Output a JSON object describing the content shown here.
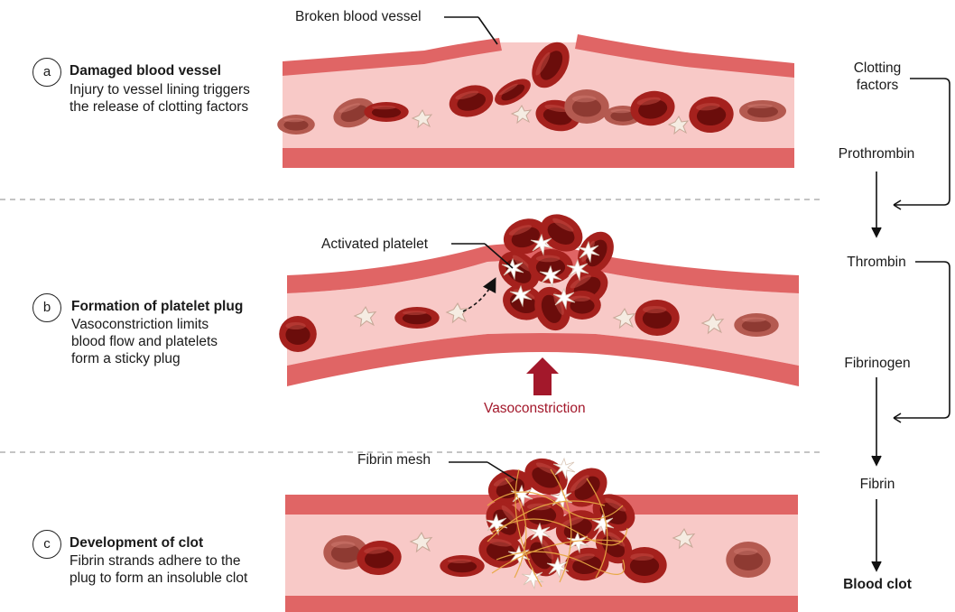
{
  "steps": [
    {
      "letter": "a",
      "title": "Damaged blood vessel",
      "lines": [
        "Injury to vessel lining triggers",
        "the release of clotting factors"
      ]
    },
    {
      "letter": "b",
      "title": "Formation of platelet plug",
      "lines": [
        "Vasoconstriction limits",
        "blood flow and platelets",
        "form a sticky plug"
      ]
    },
    {
      "letter": "c",
      "title": "Development of clot",
      "lines": [
        "Fibrin strands adhere to the",
        "plug to form an insoluble clot"
      ]
    }
  ],
  "callouts": {
    "broken_vessel": "Broken blood vessel",
    "activated_platelet": "Activated platelet",
    "fibrin_mesh": "Fibrin mesh",
    "vasoconstriction": "Vasoconstriction"
  },
  "cascade": {
    "clotting_factors": [
      "Clotting",
      "factors"
    ],
    "prothrombin": "Prothrombin",
    "thrombin": "Thrombin",
    "fibrinogen": "Fibrinogen",
    "fibrin": "Fibrin",
    "blood_clot": "Blood clot"
  },
  "colors": {
    "vessel_wall": "#e06565",
    "vessel_lumen": "#f8c9c7",
    "rbc_dark": "#9c1c1a",
    "rbc_light": "#b2544b",
    "platelet": "#f7ede4",
    "fibrin": "#e8a843",
    "vasoconstriction": "#a3182b"
  }
}
